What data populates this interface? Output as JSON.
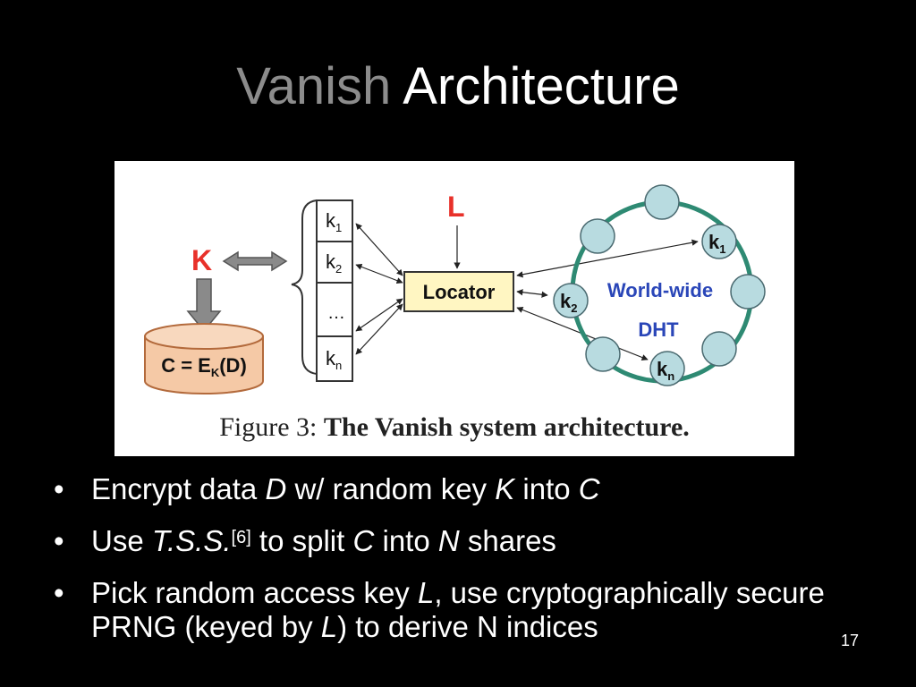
{
  "slide": {
    "title_part1": "Vanish",
    "title_part2": "Architecture",
    "page_number": "17"
  },
  "figure": {
    "key_label": "K",
    "ciphertext_prefix": "C = E",
    "ciphertext_sub": "K",
    "ciphertext_suffix": "(D)",
    "shares": [
      {
        "base": "k",
        "sub": "1"
      },
      {
        "base": "k",
        "sub": "2"
      },
      {
        "base": "…",
        "sub": ""
      },
      {
        "base": "k",
        "sub": "n"
      }
    ],
    "access_key_label": "L",
    "locator_label": "Locator",
    "dht_line1": "World-wide",
    "dht_line2": "DHT",
    "ring_keys": [
      {
        "base": "k",
        "sub": "1"
      },
      {
        "base": "k",
        "sub": "2"
      },
      {
        "base": "k",
        "sub": "n"
      }
    ],
    "caption_prefix": "Figure 3:",
    "caption_text": "The Vanish system architecture.",
    "colors": {
      "accent_red": "#e8312a",
      "node_fill": "#b8dbe0",
      "ring_stroke": "#2e8a73",
      "locator_fill": "#fff6c2",
      "cylinder_fill": "#f5c9a6",
      "dht_text": "#2a46b8"
    }
  },
  "bullets": [
    {
      "t1": "Encrypt data ",
      "i1": "D",
      "t2": " w/ random key ",
      "i2": "K",
      "t3": " into ",
      "i3": "C"
    },
    {
      "t1": "Use ",
      "i1": "T.S.S.",
      "sup": "[6]",
      "t2": " to split ",
      "i2": "C",
      "t3": " into ",
      "i3": "N",
      "t4": " shares"
    },
    {
      "t1": "Pick random access key ",
      "i1": "L",
      "t2": ", use cryptographically secure PRNG (keyed by ",
      "i2": "L",
      "t3": ") to derive N indices"
    }
  ]
}
